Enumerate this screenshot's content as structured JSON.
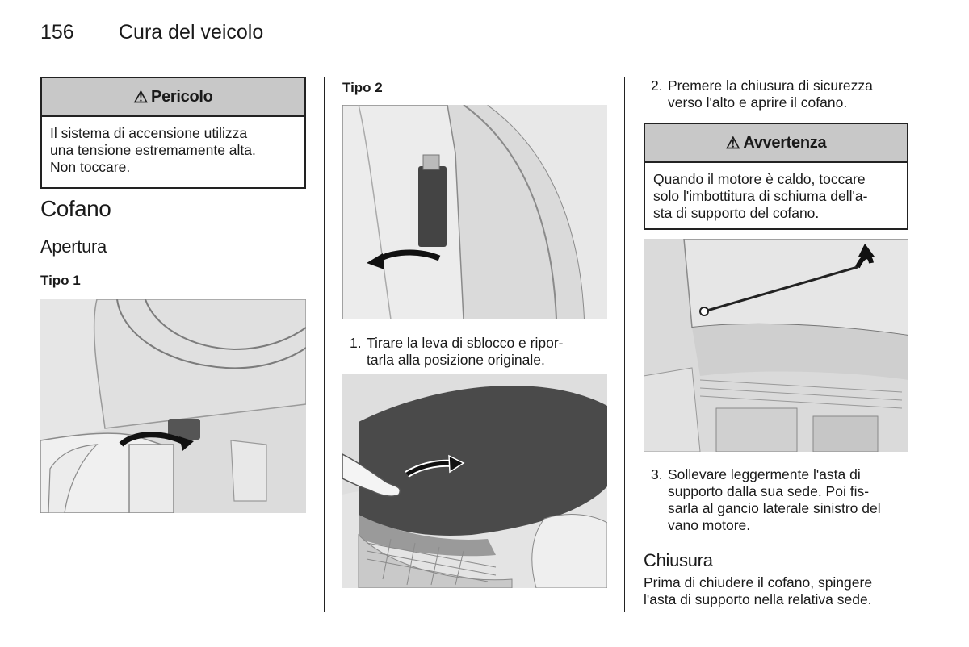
{
  "header": {
    "page_number": "156",
    "title": "Cura del veicolo"
  },
  "col1": {
    "danger_box": {
      "icon": "warning-triangle-icon",
      "title": "Pericolo",
      "lines": [
        "Il sistema di accensione utilizza",
        "una tensione estremamente alta.",
        "Non toccare."
      ]
    },
    "section_title": "Cofano",
    "subsection_title": "Apertura",
    "type1_label": "Tipo 1"
  },
  "col2": {
    "type2_label": "Tipo 2",
    "step1": {
      "number": "1.",
      "lines": [
        "Tirare la leva di sblocco e ripor-",
        "tarla alla posizione originale."
      ]
    }
  },
  "col3": {
    "step2": {
      "number": "2.",
      "lines": [
        "Premere la chiusura di sicurezza",
        "verso l'alto e aprire il cofano."
      ]
    },
    "warning_box": {
      "icon": "warning-triangle-icon",
      "title": "Avvertenza",
      "lines": [
        "Quando il motore è caldo, toccare",
        "solo l'imbottitura di schiuma dell'a-",
        "sta di supporto del cofano."
      ]
    },
    "step3": {
      "number": "3.",
      "lines": [
        "Sollevare leggermente l'asta di",
        "supporto dalla sua sede. Poi fis-",
        "sarla al gancio laterale sinistro del",
        "vano motore."
      ]
    },
    "closing_title": "Chiusura",
    "closing_lines": [
      "Prima di chiudere il cofano, spingere",
      "l'asta di supporto nella relativa sede."
    ]
  }
}
